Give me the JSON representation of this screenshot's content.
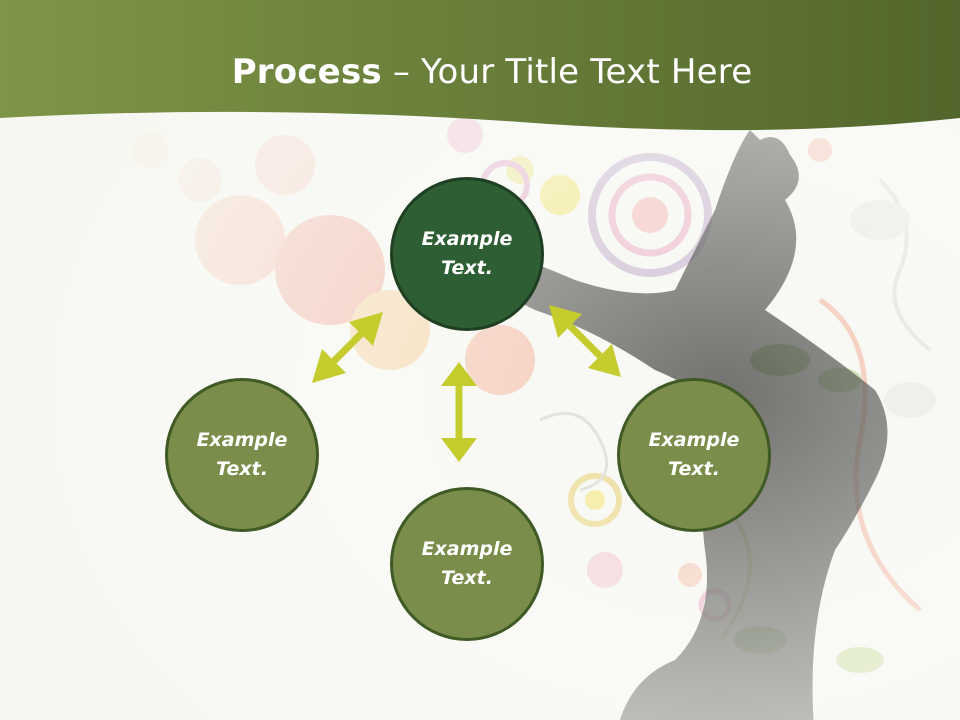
{
  "slide": {
    "title_bold": "Process",
    "title_rest": " – Your Title Text Here"
  },
  "nodes": {
    "center": "Example\nText.",
    "left": "Example\nText.",
    "bottom": "Example\nText.",
    "right": "Example\nText."
  },
  "colors": {
    "header": "#6b8039",
    "center_node": "#2e5e34",
    "outer_node": "#7b8d4a",
    "arrow": "#c5cd2e",
    "silhouette": "#3d3d3a"
  }
}
